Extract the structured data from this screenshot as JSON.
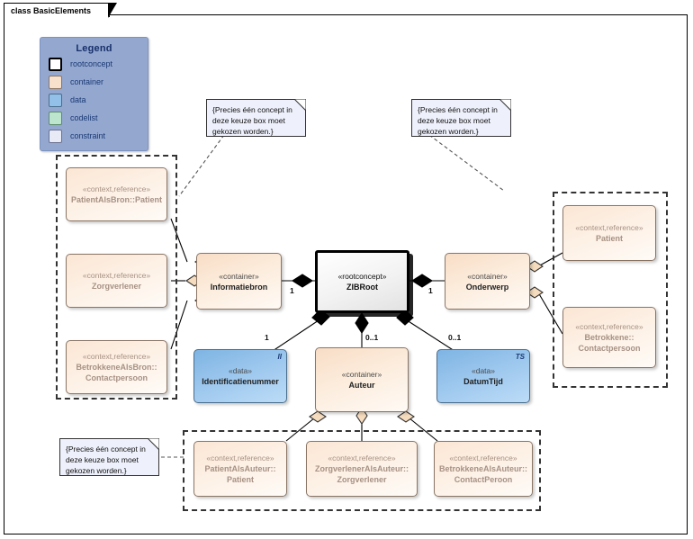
{
  "diagram": {
    "title": "class BasicElements"
  },
  "legend": {
    "title": "Legend",
    "items": [
      {
        "label": "rootconcept",
        "color": "#ffffff",
        "border": "#000000"
      },
      {
        "label": "container",
        "color": "#f7e0cc",
        "border": "#8a7565"
      },
      {
        "label": "data",
        "color": "#92c0e8",
        "border": "#4a6d8c"
      },
      {
        "label": "codelist",
        "color": "#bde5cd",
        "border": "#5d8a6e"
      },
      {
        "label": "constraint",
        "color": "#e8eaf6",
        "border": "#6b7190"
      }
    ]
  },
  "notes": [
    {
      "text": "{Precies één concept in deze keuze box moet gekozen worden.}"
    },
    {
      "text": "{Precies één concept in deze keuze box moet gekozen worden.}"
    },
    {
      "text": "{Precies één concept in deze keuze box moet gekozen worden.}"
    }
  ],
  "classes": {
    "root": {
      "stereotype": "«rootconcept»",
      "name": "ZIBRoot"
    },
    "informatiebron": {
      "stereotype": "«container»",
      "name": "Informatiebron"
    },
    "onderwerp": {
      "stereotype": "«container»",
      "name": "Onderwerp"
    },
    "auteur": {
      "stereotype": "«container»",
      "name": "Auteur"
    },
    "identificatienummer": {
      "stereotype": "«data»",
      "name": "Identificatienummer",
      "corner": "II"
    },
    "datumtijd": {
      "stereotype": "«data»",
      "name": "DatumTijd",
      "corner": "TS"
    },
    "patient_als_bron": {
      "stereotype": "«context,reference»",
      "name": "PatientAlsBron::Patient"
    },
    "zorgverlener_bron": {
      "stereotype": "«context,reference»",
      "name": "Zorgverlener"
    },
    "betrokkene_als_bron": {
      "stereotype": "«context,reference»",
      "name_line1": "BetrokkeneAlsBron::",
      "name_line2": "Contactpersoon"
    },
    "patient_onderwerp": {
      "stereotype": "«context,reference»",
      "name": "Patient"
    },
    "betrokkene_onderwerp": {
      "stereotype": "«context,reference»",
      "name_line1": "Betrokkene::",
      "name_line2": "Contactpersoon"
    },
    "patient_als_auteur": {
      "stereotype": "«context,reference»",
      "name_line1": "PatientAlsAuteur::",
      "name_line2": "Patient"
    },
    "zorgverlener_als_auteur": {
      "stereotype": "«context,reference»",
      "name_line1": "ZorgverlenerAlsAuteur::",
      "name_line2": "Zorgverlener"
    },
    "betrokkene_als_auteur": {
      "stereotype": "«context,reference»",
      "name_line1": "BetrokkeneAlsAuteur::",
      "name_line2": "ContactPeroon"
    }
  },
  "multiplicities": {
    "informatiebron_root": "1",
    "root_onderwerp": "1",
    "root_identificatienummer": "1",
    "root_auteur": "0..1",
    "root_datumtijd": "0..1"
  }
}
